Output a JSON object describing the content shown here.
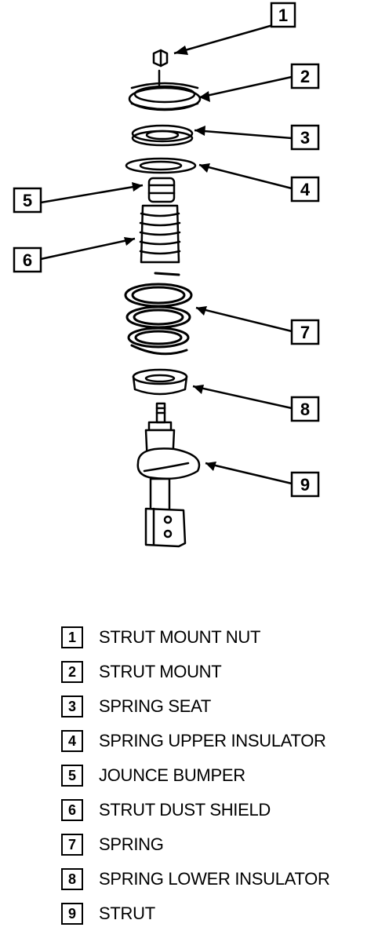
{
  "callouts": [
    "1",
    "2",
    "3",
    "4",
    "5",
    "6",
    "7",
    "8",
    "9"
  ],
  "legend": [
    {
      "num": "1",
      "label": "STRUT MOUNT NUT"
    },
    {
      "num": "2",
      "label": "STRUT MOUNT"
    },
    {
      "num": "3",
      "label": "SPRING SEAT"
    },
    {
      "num": "4",
      "label": "SPRING UPPER INSULATOR"
    },
    {
      "num": "5",
      "label": "JOUNCE BUMPER"
    },
    {
      "num": "6",
      "label": "STRUT DUST SHIELD"
    },
    {
      "num": "7",
      "label": "SPRING"
    },
    {
      "num": "8",
      "label": "SPRING LOWER INSULATOR"
    },
    {
      "num": "9",
      "label": "STRUT"
    }
  ]
}
